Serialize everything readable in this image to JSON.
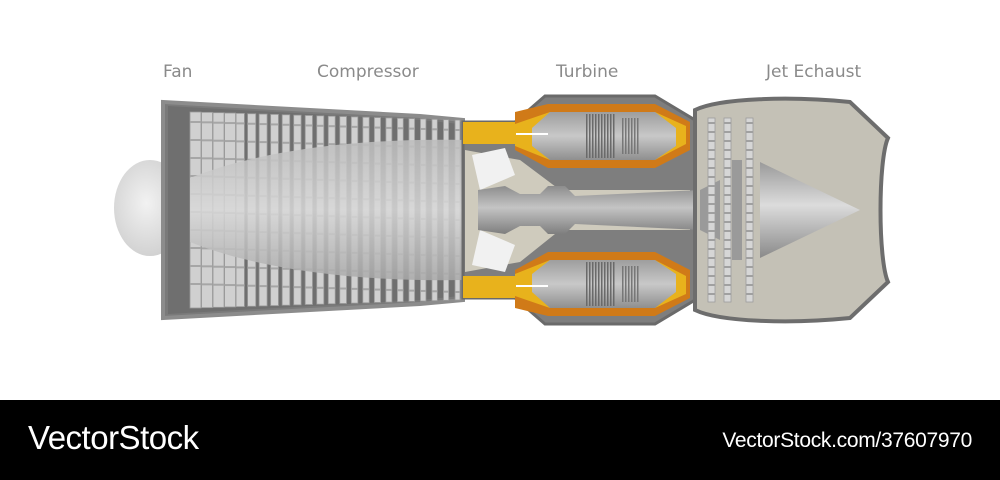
{
  "labels": {
    "fan": "Fan",
    "compressor": "Compressor",
    "turbine": "Turbine",
    "exhaust": "Jet Echaust"
  },
  "footer": {
    "brand": "VectorStock",
    "url": "VectorStock.com/37607970"
  },
  "colors": {
    "casing": "#8c8c8c",
    "blade": "#cdcdcd",
    "fuel": "#e8b21c",
    "combustor": "#d07a18",
    "chamber": "#cfcbbd",
    "footer_bg": "#000000"
  }
}
